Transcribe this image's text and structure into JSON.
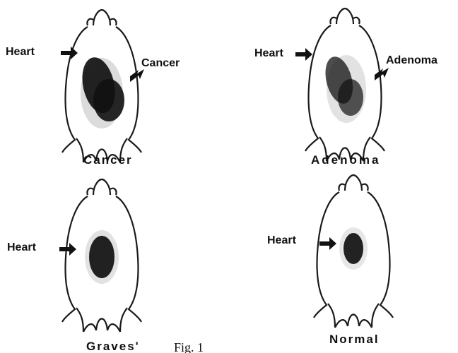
{
  "colors": {
    "ink": "#111111",
    "outline": "#1a1a1a",
    "background": "#ffffff"
  },
  "panels": [
    {
      "id": "cancer",
      "caption": "Cancer",
      "left_label": "Heart",
      "right_label": "Cancer",
      "uptake": "large dense blob extending to lower right"
    },
    {
      "id": "adenoma",
      "caption": "Adenoma",
      "left_label": "Heart",
      "right_label": "Adenoma",
      "uptake": "large diffuse blob extending to lower right"
    },
    {
      "id": "graves",
      "caption": "Graves'",
      "left_label": "Heart",
      "right_label": "",
      "uptake": "compact oval at heart"
    },
    {
      "id": "normal",
      "caption": "Normal",
      "left_label": "Heart",
      "right_label": "",
      "uptake": "small oval at heart"
    }
  ],
  "figure_caption": "Fig. 1"
}
